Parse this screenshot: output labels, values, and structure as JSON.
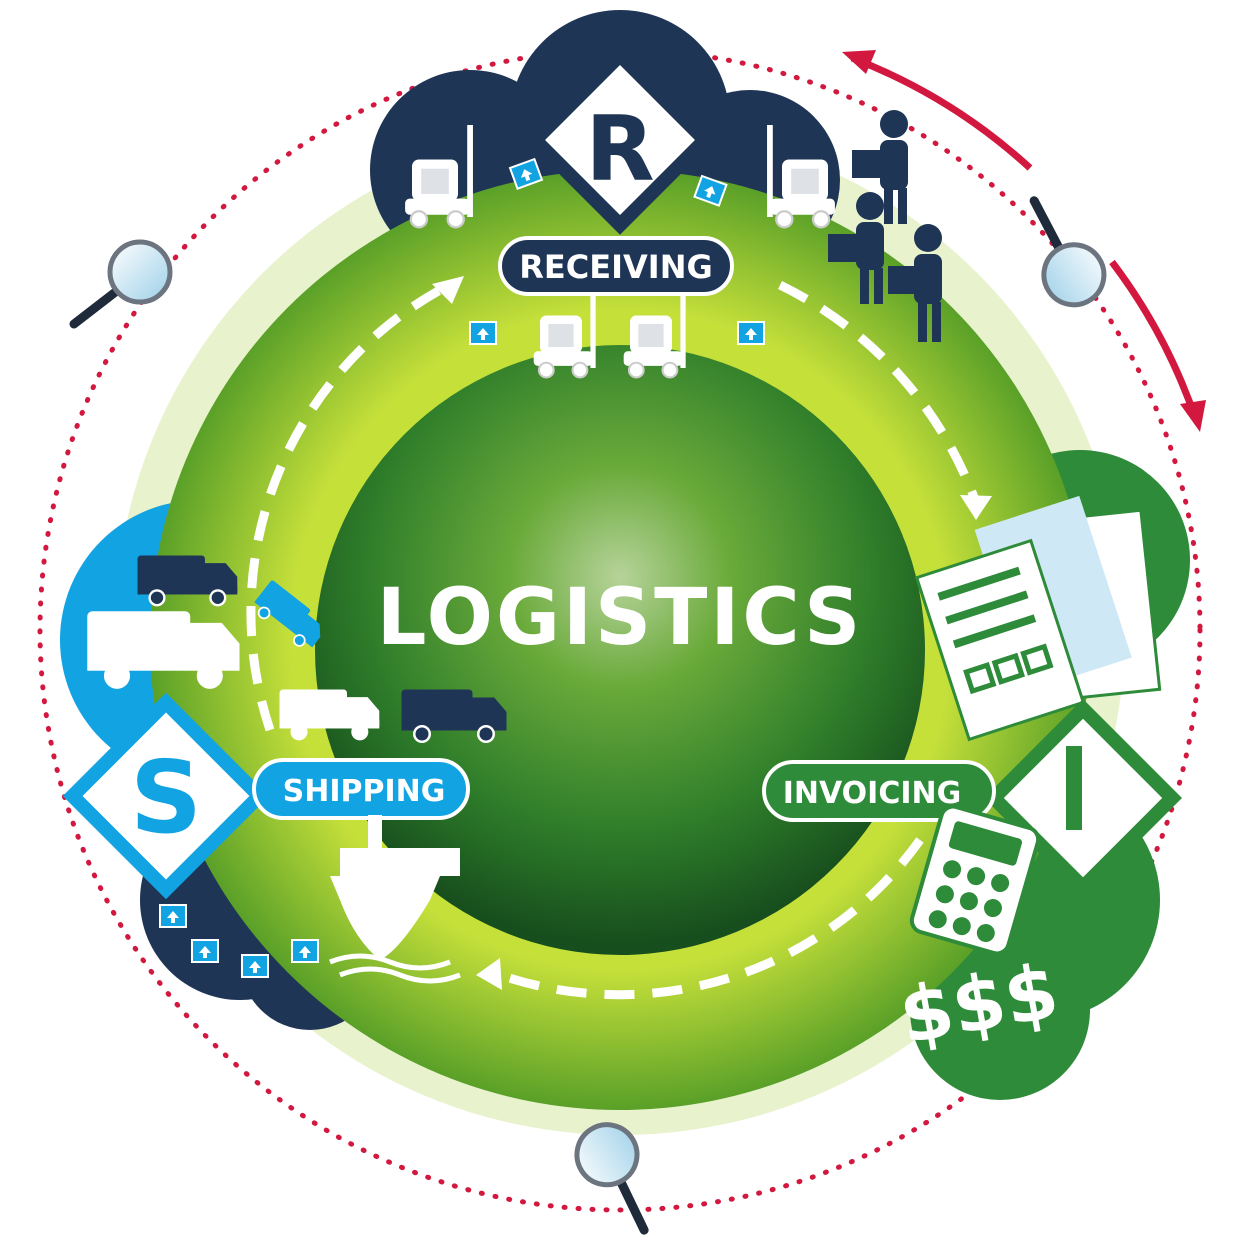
{
  "center": {
    "title": "LOGISTICS"
  },
  "stages": {
    "receiving": {
      "label": "RECEIVING",
      "letter": "R"
    },
    "invoicing": {
      "label": "INVOICING",
      "letter": "I"
    },
    "shipping": {
      "label": "SHIPPING",
      "letter": "S"
    }
  },
  "money": {
    "symbols": "$$$"
  },
  "colors": {
    "navy": "#1f3556",
    "green": "#2e8b3a",
    "lime": "#a8cc1f",
    "blue": "#12a3e3",
    "red": "#d3183f",
    "pale": "#e8f2cc"
  },
  "icons": [
    "forklift-icon",
    "worker-icon",
    "document-icon",
    "calculator-icon",
    "truck-icon",
    "ship-icon",
    "box-icon",
    "magnifier-icon",
    "cycle-arrow-icon"
  ]
}
